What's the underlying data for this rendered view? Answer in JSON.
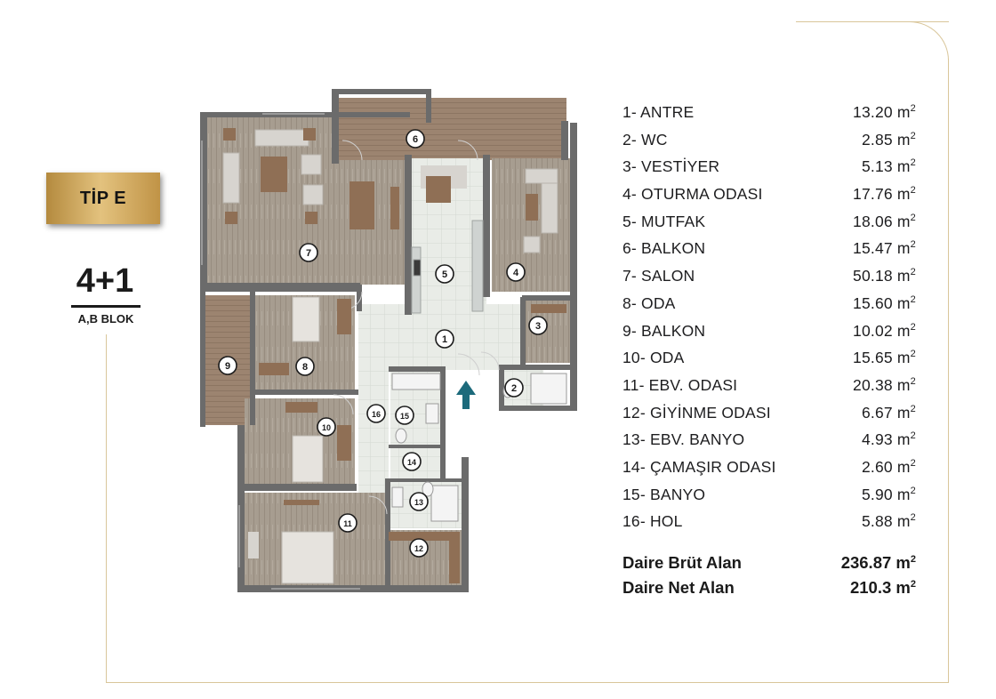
{
  "badge": {
    "label": "TİP E"
  },
  "plan": {
    "type": "4+1",
    "block": "A,B BLOK"
  },
  "unit_symbol": "m",
  "unit_power": "2",
  "rooms": [
    {
      "num": "1",
      "label": "1- ANTRE",
      "area": "13.20"
    },
    {
      "num": "2",
      "label": "2- WC",
      "area": "2.85"
    },
    {
      "num": "3",
      "label": "3- VESTİYER",
      "area": "5.13"
    },
    {
      "num": "4",
      "label": "4- OTURMA ODASI",
      "area": "17.76"
    },
    {
      "num": "5",
      "label": "5- MUTFAK",
      "area": "18.06"
    },
    {
      "num": "6",
      "label": "6- BALKON",
      "area": "15.47"
    },
    {
      "num": "7",
      "label": "7- SALON",
      "area": "50.18"
    },
    {
      "num": "8",
      "label": "8- ODA",
      "area": "15.60"
    },
    {
      "num": "9",
      "label": "9- BALKON",
      "area": "10.02"
    },
    {
      "num": "10",
      "label": "10- ODA",
      "area": "15.65"
    },
    {
      "num": "11",
      "label": "11- EBV. ODASI",
      "area": "20.38"
    },
    {
      "num": "12",
      "label": "12- GİYİNME ODASI",
      "area": "6.67"
    },
    {
      "num": "13",
      "label": "13- EBV. BANYO",
      "area": "4.93"
    },
    {
      "num": "14",
      "label": "14- ÇAMAŞIR ODASI",
      "area": "2.60"
    },
    {
      "num": "15",
      "label": "15- BANYO",
      "area": "5.90"
    },
    {
      "num": "16",
      "label": "16- HOL",
      "area": "5.88"
    }
  ],
  "totals": [
    {
      "label": "Daire Brüt Alan",
      "area": "236.87"
    },
    {
      "label": "Daire Net Alan",
      "area": "210.3"
    }
  ],
  "colors": {
    "gold": "#d9c69a",
    "wall": "#6b6b6b",
    "wood_floor": "#a79d90",
    "tile_floor": "#e9ece7",
    "balcony_floor": "#9c8470",
    "furniture": "#8f6f55",
    "entry_arrow": "#1c6a7b"
  }
}
